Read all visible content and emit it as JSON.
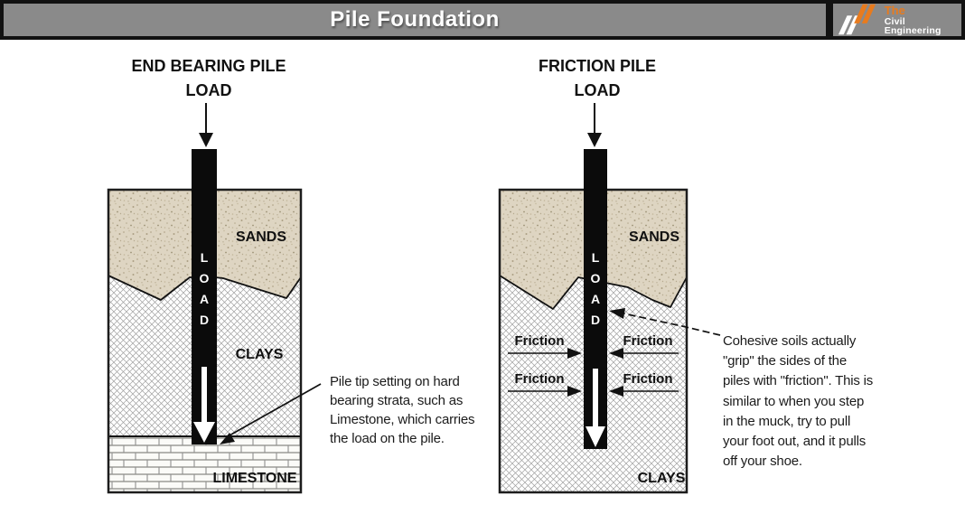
{
  "header": {
    "title": "Pile Foundation",
    "logo": {
      "line1": "The",
      "line2": "Civil Engineering"
    },
    "colors": {
      "bar_bg": "#8a8a8a",
      "accent_orange": "#e87b1e",
      "border_black": "#121212"
    }
  },
  "diagrams": {
    "left": {
      "title_line1": "END BEARING PILE",
      "title_line2": "LOAD",
      "pile_letters": [
        "L",
        "O",
        "A",
        "D"
      ],
      "layers": {
        "sands": "SANDS",
        "clays": "CLAYS",
        "limestone": "LIMESTONE"
      },
      "annotation": {
        "lines": [
          "Pile tip setting on hard",
          "bearing strata, such as",
          "Limestone, which carries",
          "the load on the pile."
        ]
      },
      "colors": {
        "sand": "#ded5c2",
        "pile": "#0b0b0b"
      }
    },
    "right": {
      "title_line1": "FRICTION PILE",
      "title_line2": "LOAD",
      "pile_letters": [
        "L",
        "O",
        "A",
        "D"
      ],
      "friction_label": "Friction",
      "layers": {
        "sands": "SANDS",
        "clays": "CLAYS"
      },
      "annotation": {
        "lines": [
          "Cohesive soils actually",
          "\"grip\" the sides of the",
          "piles with \"friction\". This is",
          "similar to when you step",
          "in the muck, try to pull",
          "your foot out, and it pulls",
          "off your shoe."
        ]
      },
      "colors": {
        "sand": "#ded5c2",
        "pile": "#0b0b0b"
      }
    }
  }
}
